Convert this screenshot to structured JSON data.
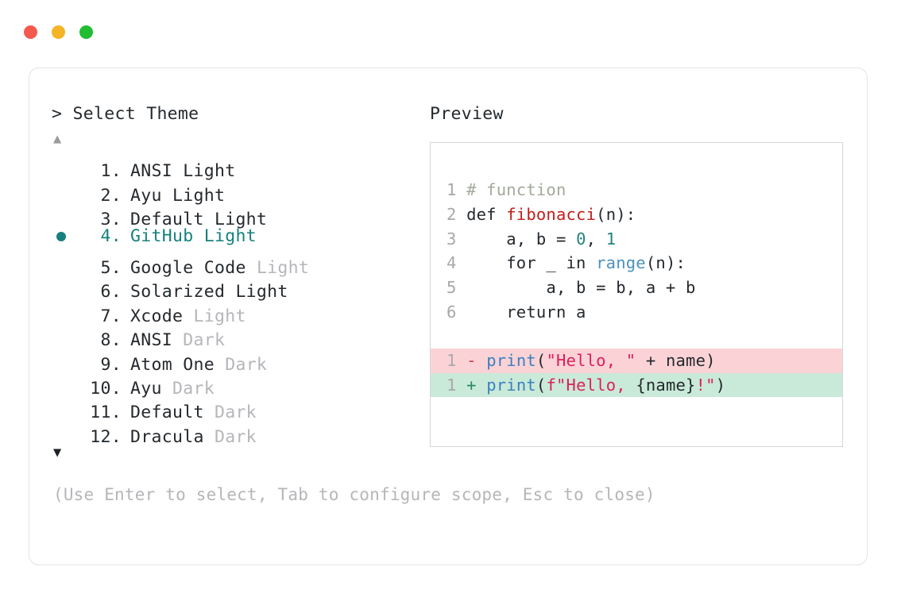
{
  "window": {
    "traffic_lights": [
      {
        "name": "close",
        "color": "#f4594f"
      },
      {
        "name": "minimize",
        "color": "#f5b425"
      },
      {
        "name": "maximize",
        "color": "#22bd33"
      }
    ]
  },
  "selector": {
    "prompt": "> Select Theme",
    "scroll_up_glyph": "▲",
    "scroll_down_glyph": "▼",
    "selected_index": 4,
    "selected_color": "#16807d",
    "bullet_glyph": "●",
    "items": [
      {
        "number": "1.",
        "name": "ANSI Light",
        "variant": "",
        "variant_dim": false,
        "selected": false
      },
      {
        "number": "2.",
        "name": "Ayu Light",
        "variant": "",
        "variant_dim": false,
        "selected": false
      },
      {
        "number": "3.",
        "name": "Default Light",
        "variant": "",
        "variant_dim": false,
        "selected": false
      },
      {
        "number": "4.",
        "name": "GitHub Light",
        "variant": "",
        "variant_dim": false,
        "selected": true
      },
      {
        "number": "5.",
        "name": "Google Code ",
        "variant": "Light",
        "variant_dim": true,
        "selected": false
      },
      {
        "number": "6.",
        "name": "Solarized Light",
        "variant": "",
        "variant_dim": false,
        "selected": false
      },
      {
        "number": "7.",
        "name": "Xcode ",
        "variant": "Light",
        "variant_dim": true,
        "selected": false
      },
      {
        "number": "8.",
        "name": "ANSI ",
        "variant": "Dark",
        "variant_dim": true,
        "selected": false
      },
      {
        "number": "9.",
        "name": "Atom One ",
        "variant": "Dark",
        "variant_dim": true,
        "selected": false
      },
      {
        "number": "10.",
        "name": "Ayu ",
        "variant": "Dark",
        "variant_dim": true,
        "selected": false
      },
      {
        "number": "11.",
        "name": "Default ",
        "variant": "Dark",
        "variant_dim": true,
        "selected": false
      },
      {
        "number": "12.",
        "name": "Dracula ",
        "variant": "Dark",
        "variant_dim": true,
        "selected": false
      }
    ],
    "hint": "(Use Enter to select, Tab to configure scope, Esc to close)"
  },
  "preview": {
    "label": "Preview",
    "code_lines": [
      {
        "ln": "1",
        "tokens": [
          {
            "t": "# function",
            "c": "t-comment"
          }
        ]
      },
      {
        "ln": "2",
        "tokens": [
          {
            "t": "def ",
            "c": "t-kw"
          },
          {
            "t": "fibonacci",
            "c": "t-fn"
          },
          {
            "t": "(n):",
            "c": "t-plain"
          }
        ]
      },
      {
        "ln": "3",
        "tokens": [
          {
            "t": "    a, b = ",
            "c": "t-plain"
          },
          {
            "t": "0",
            "c": "t-num"
          },
          {
            "t": ", ",
            "c": "t-plain"
          },
          {
            "t": "1",
            "c": "t-num"
          }
        ]
      },
      {
        "ln": "4",
        "tokens": [
          {
            "t": "    for _ in ",
            "c": "t-plain"
          },
          {
            "t": "range",
            "c": "t-builtin"
          },
          {
            "t": "(n):",
            "c": "t-plain"
          }
        ]
      },
      {
        "ln": "5",
        "tokens": [
          {
            "t": "        a, b = b, a + b",
            "c": "t-plain"
          }
        ]
      },
      {
        "ln": "6",
        "tokens": [
          {
            "t": "    return a",
            "c": "t-plain"
          }
        ]
      }
    ],
    "diff_lines": [
      {
        "ln": "1",
        "marker": "-",
        "kind": "del",
        "bg": "#fbd3d6",
        "tokens": [
          {
            "t": "print",
            "c": "t-print"
          },
          {
            "t": "(",
            "c": "t-punc"
          },
          {
            "t": "\"Hello, \"",
            "c": "t-str"
          },
          {
            "t": " + name)",
            "c": "t-plain"
          }
        ]
      },
      {
        "ln": "1",
        "marker": "+",
        "kind": "add",
        "bg": "#c9ead8",
        "tokens": [
          {
            "t": "print",
            "c": "t-print"
          },
          {
            "t": "(",
            "c": "t-punc"
          },
          {
            "t": "f\"Hello, ",
            "c": "t-str"
          },
          {
            "t": "{name}",
            "c": "t-plain"
          },
          {
            "t": "!\"",
            "c": "t-str"
          },
          {
            "t": ")",
            "c": "t-punc"
          }
        ]
      }
    ]
  }
}
